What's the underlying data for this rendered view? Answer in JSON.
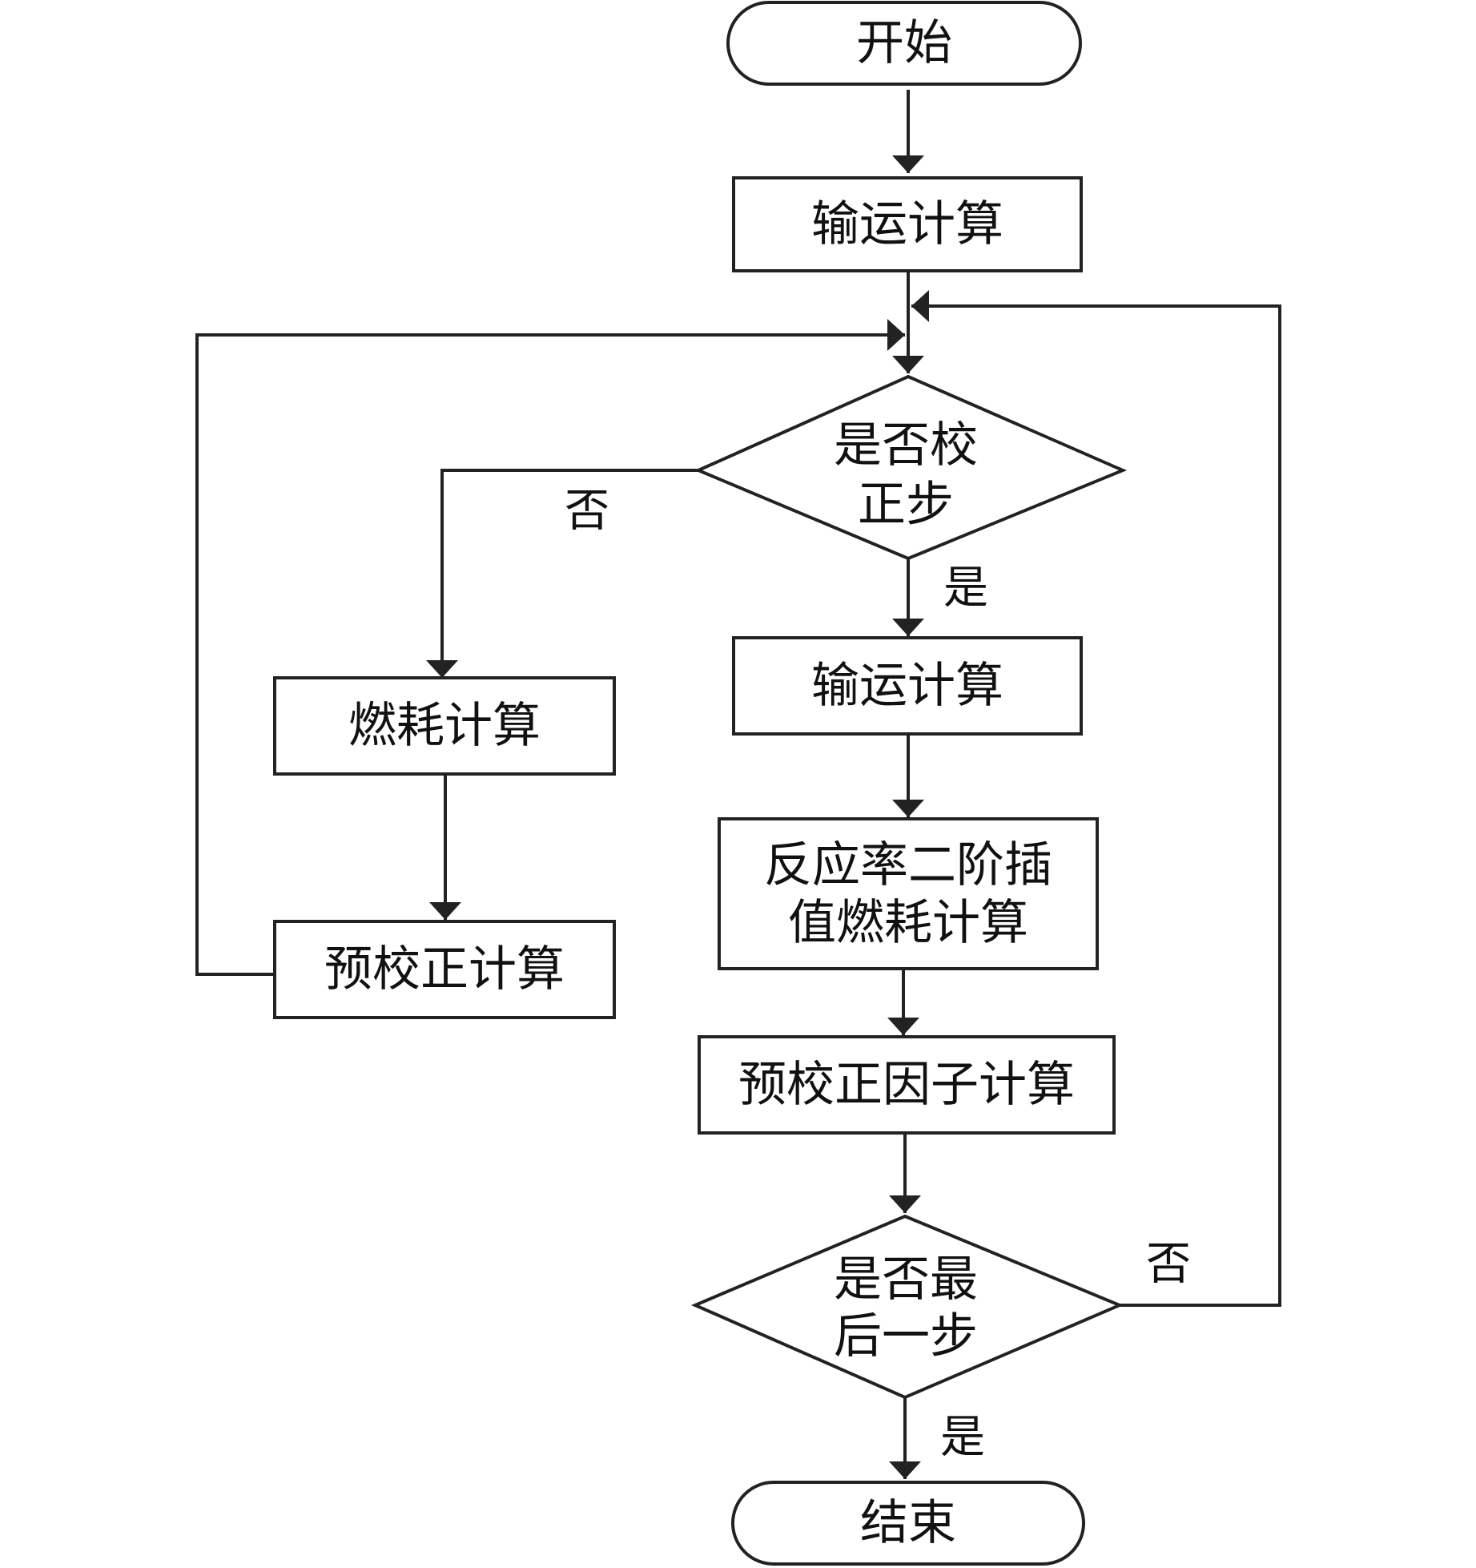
{
  "nodes": {
    "start": "开始",
    "transport_1": "输运计算",
    "decision_correction": [
      "是否校",
      "正步"
    ],
    "burnup": "燃耗计算",
    "pre_correction": "预校正计算",
    "transport_2": "输运计算",
    "interp_burnup": [
      "反应率二阶插",
      "值燃耗计算"
    ],
    "pre_correction_factor": "预校正因子计算",
    "decision_last": [
      "是否最",
      "后一步"
    ],
    "end": "结束"
  },
  "edges": {
    "correction_no": "否",
    "correction_yes": "是",
    "last_no": "否",
    "last_yes": "是"
  },
  "style": {
    "stroke": "#222222",
    "fill": "#ffffff"
  }
}
